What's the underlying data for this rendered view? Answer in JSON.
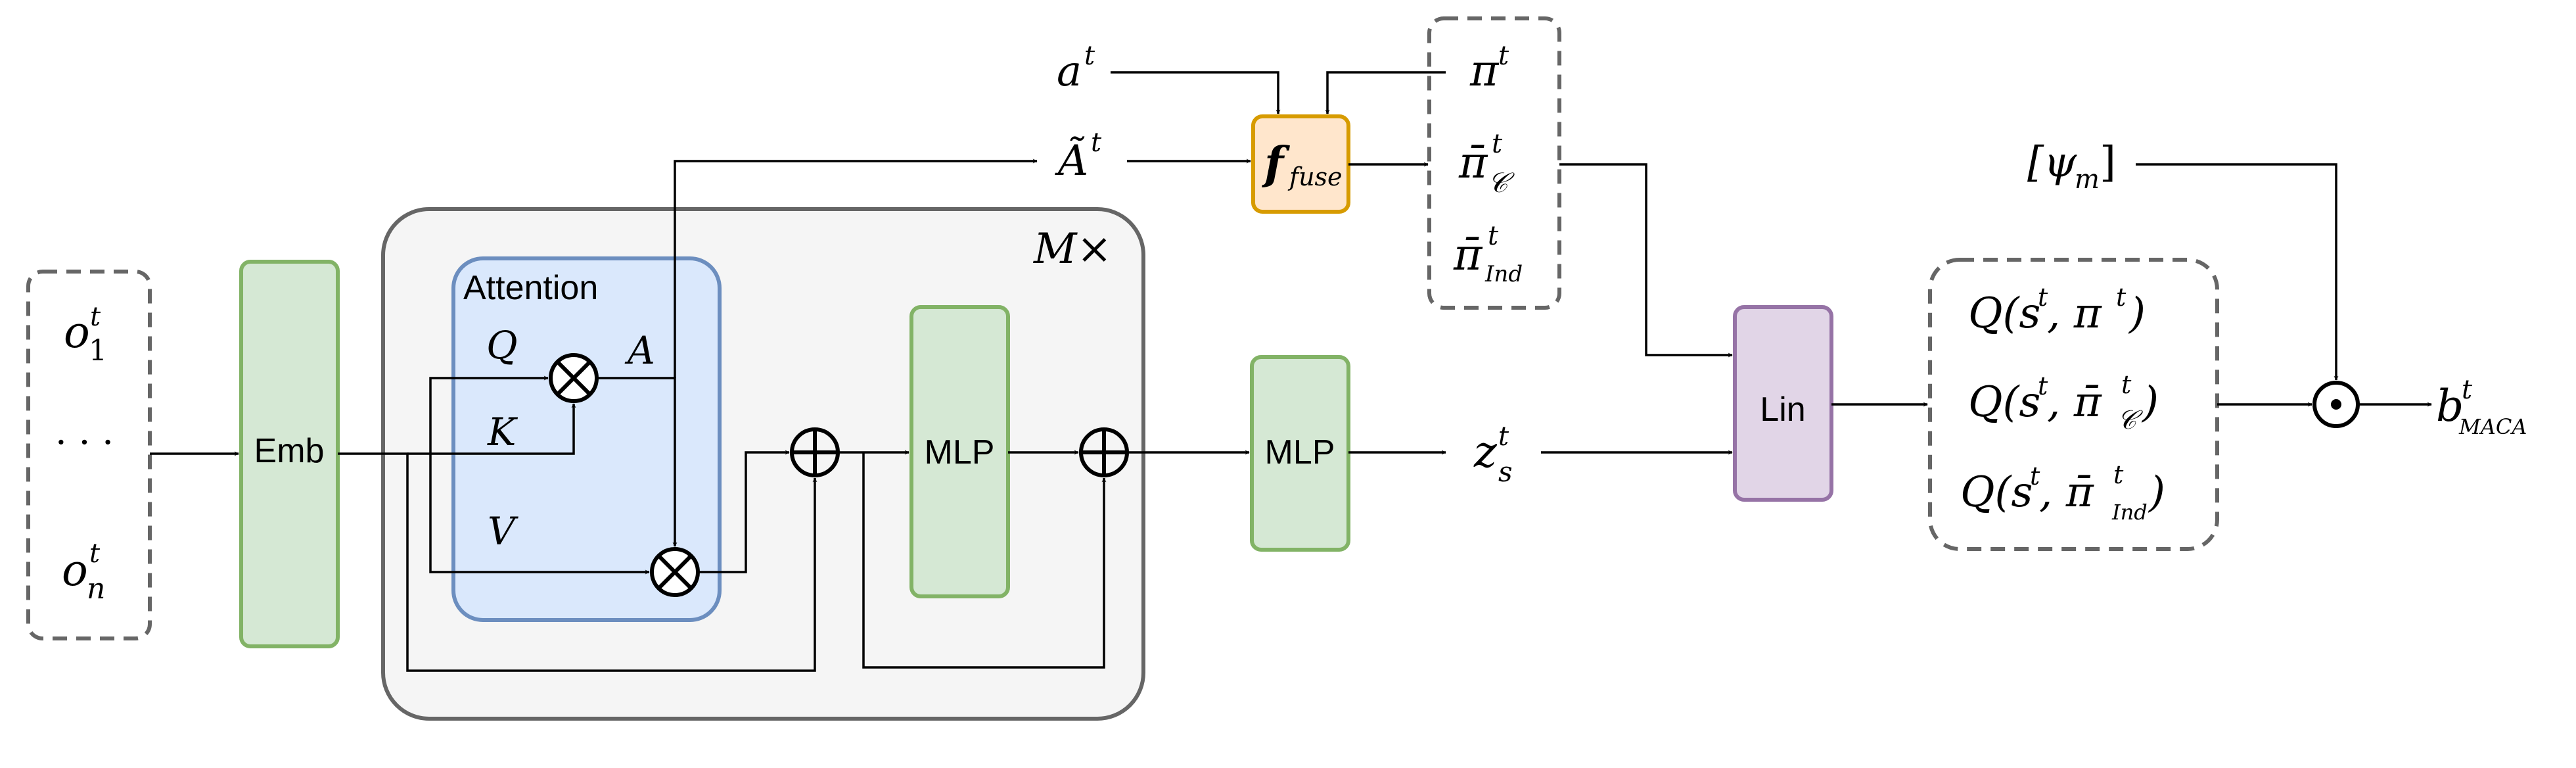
{
  "blocks": {
    "emb": "Emb",
    "attention": "Attention",
    "mlp_inner": "MLP",
    "mlp_outer": "MLP",
    "lin": "Lin",
    "repeat": "M×"
  },
  "inputs": {
    "o1": "o",
    "o1_sub": "1",
    "dots": "· · ·",
    "on": "o",
    "on_sub": "n",
    "sup": "t"
  },
  "attention_labels": {
    "q": "Q",
    "k": "K",
    "v": "V",
    "a": "A"
  },
  "top": {
    "a": "a",
    "a_sup": "t",
    "A_tilde": "Ã",
    "A_sup": "t",
    "f": "f",
    "f_sub": "fuse",
    "pi": "π",
    "pi_sup": "t",
    "pi_c": "π̄",
    "pi_c_sub": "𝒞",
    "pi_c_sup": "t",
    "pi_ind": "π̄",
    "pi_ind_sub": "Ind",
    "pi_ind_sup": "t",
    "psi": "[ψ",
    "psi_sub": "m",
    "psi_close": "]"
  },
  "z": {
    "base": "z",
    "sub": "s",
    "sup": "t"
  },
  "q_values": [
    {
      "pre": "Q(s",
      "sup": "t",
      "mid": ", π",
      "sub": "",
      "sup2": "t",
      "post": ")"
    },
    {
      "pre": "Q(s",
      "sup": "t",
      "mid": ", π̄",
      "sub": "𝒞",
      "sup2": "t",
      "post": ")"
    },
    {
      "pre": "Q(s",
      "sup": "t",
      "mid": ", π̄",
      "sub": "Ind",
      "sup2": "t",
      "post": ")"
    }
  ],
  "output": {
    "base": "b",
    "sup": "t",
    "sub": "MACA"
  },
  "colors": {
    "green_fill": "#d5e8d4",
    "green_stroke": "#82b366",
    "blue_fill": "#dae8fc",
    "blue_stroke": "#6c8ebf",
    "orange_fill": "#ffe6cc",
    "orange_stroke": "#d79b00",
    "purple_fill": "#e1d5e7",
    "purple_stroke": "#9673a6",
    "gray_fill": "#f5f5f5",
    "gray_stroke": "#666666"
  }
}
